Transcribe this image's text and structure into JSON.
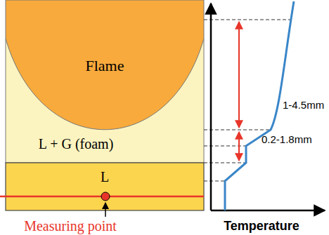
{
  "diagram": {
    "nodes": [
      {
        "text": [
          "Flame"
        ]
      },
      {
        "text": [
          "L + G (foam)"
        ]
      },
      {
        "text": [
          "L"
        ]
      }
    ],
    "labels": [
      "1-4.5mm",
      "0.2-1.8mm",
      "Measuring point",
      "Temperature"
    ]
  }
}
